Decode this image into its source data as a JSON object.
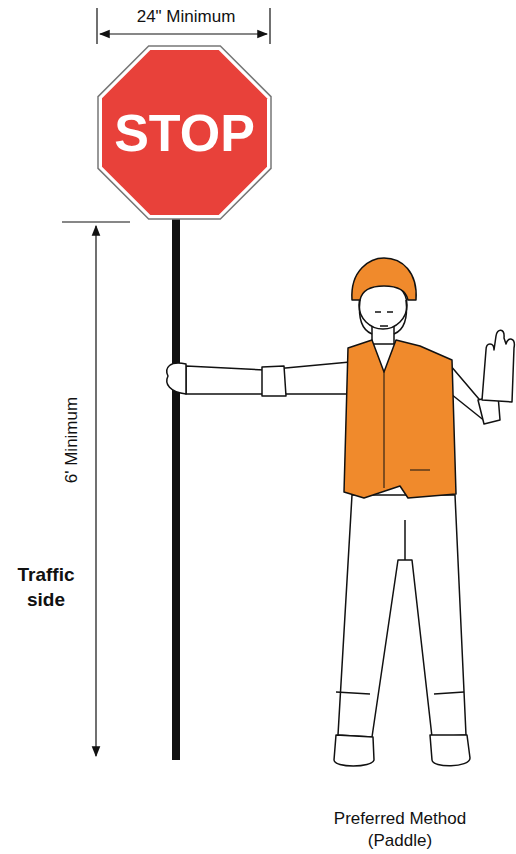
{
  "diagram": {
    "nodes": [
      {
        "text": [
          "STOP"
        ]
      }
    ],
    "labels": [
      "24\" Minimum",
      "6' Minimum",
      "Traffic side",
      "Preferred Method (Paddle)"
    ]
  }
}
